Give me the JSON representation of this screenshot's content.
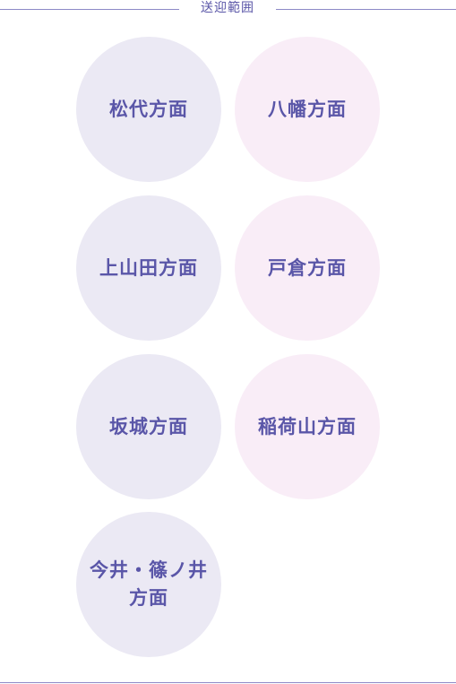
{
  "section": {
    "title": "送迎範囲"
  },
  "areas": [
    {
      "label": "松代方面",
      "color": "#ebe9f4"
    },
    {
      "label": "八幡方面",
      "color": "#f9edf7"
    },
    {
      "label": "上山田方面",
      "color": "#ebe9f4"
    },
    {
      "label": "戸倉方面",
      "color": "#f9edf7"
    },
    {
      "label": "坂城方面",
      "color": "#ebe9f4"
    },
    {
      "label": "稲荷山方面",
      "color": "#f9edf7"
    },
    {
      "label": "今井・篠ノ井\n方面",
      "color": "#ebe9f4"
    }
  ],
  "colors": {
    "accent_text": "#5a56a8",
    "rule": "#8d89c6",
    "lavender": "#ebe9f4",
    "pink": "#f9edf7"
  }
}
